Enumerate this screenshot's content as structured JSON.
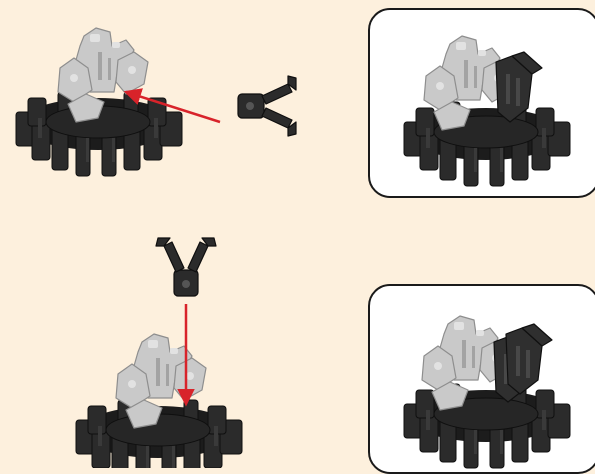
{
  "colors": {
    "background": "#fdf0dd",
    "frame_border": "#1a1a1a",
    "frame_fill": "#ffffff",
    "arrow": "#d8232a",
    "dark_part": "#2b2b2b",
    "dark_part_edge": "#0f0f0f",
    "light_part": "#c9c9c9",
    "light_part_edge": "#8e8e8e"
  },
  "icons": {
    "hub": "black-gear-hub",
    "cluster": "grey-connector-cluster",
    "connector": "black-claw-connector",
    "arrow": "red-assembly-arrow"
  },
  "steps": [
    {
      "id": "step-1",
      "insert_direction": "horizontal"
    },
    {
      "id": "step-2",
      "insert_direction": "vertical"
    }
  ]
}
